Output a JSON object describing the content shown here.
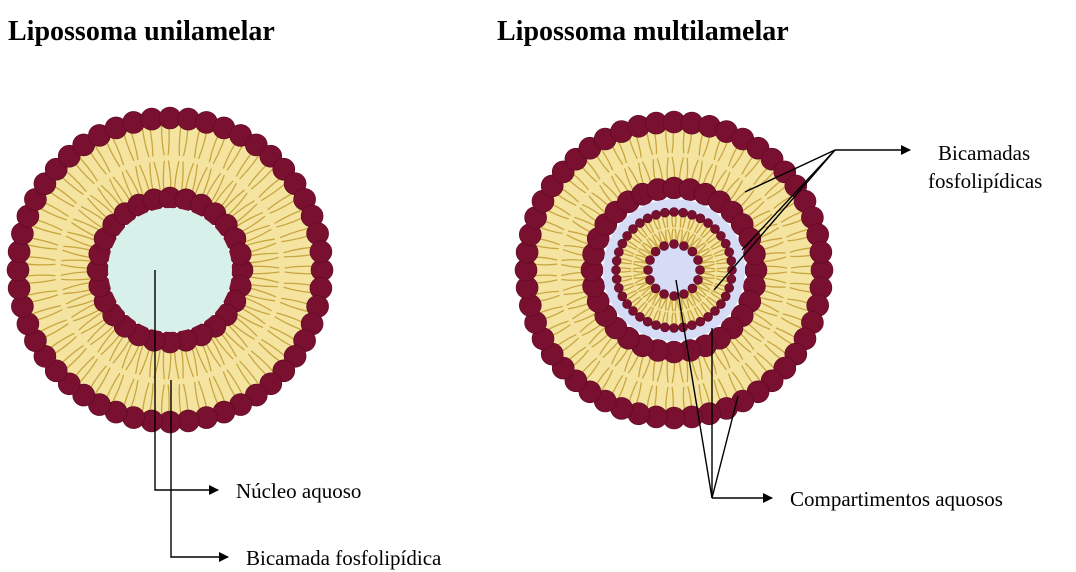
{
  "titles": {
    "unilamellar": "Lipossoma unilamelar",
    "multilamellar": "Lipossoma multilamelar"
  },
  "labels": {
    "aqueous_core": "Núcleo aquoso",
    "phospholipid_bilayer": "Bicamada fosfolipídica",
    "bilayers_line1": "Bicamadas",
    "bilayers_line2": "fosfolipídicas",
    "aqueous_compartments": "Compartimentos aquosos"
  },
  "colors": {
    "head": "#7a1030",
    "head_outline": "#5a0822",
    "tail_fill": "#f4e4a0",
    "tail_stroke": "#c9a640",
    "core_unilamellar": "#d8f0ea",
    "compartment_multilamellar": "#d6dcf6",
    "lines": "#000000"
  }
}
